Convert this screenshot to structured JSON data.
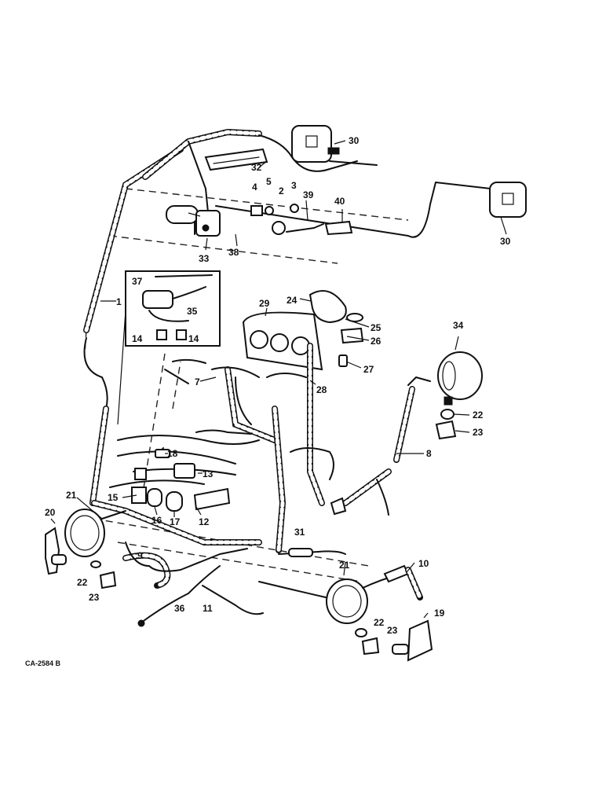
{
  "figure_code": "CA-2584 B",
  "callouts": [
    {
      "id": "c1",
      "label": "1"
    },
    {
      "id": "c2",
      "label": "2"
    },
    {
      "id": "c3",
      "label": "3"
    },
    {
      "id": "c4",
      "label": "4"
    },
    {
      "id": "c5",
      "label": "5"
    },
    {
      "id": "c7",
      "label": "7"
    },
    {
      "id": "c8",
      "label": "8"
    },
    {
      "id": "c9",
      "label": "9"
    },
    {
      "id": "c10",
      "label": "10"
    },
    {
      "id": "c11",
      "label": "11"
    },
    {
      "id": "c12",
      "label": "12"
    },
    {
      "id": "c13",
      "label": "13"
    },
    {
      "id": "c14a",
      "label": "14"
    },
    {
      "id": "c14b",
      "label": "14"
    },
    {
      "id": "c15",
      "label": "15"
    },
    {
      "id": "c16",
      "label": "16"
    },
    {
      "id": "c17",
      "label": "17"
    },
    {
      "id": "c18",
      "label": "18"
    },
    {
      "id": "c19",
      "label": "19"
    },
    {
      "id": "c20",
      "label": "20"
    },
    {
      "id": "c21a",
      "label": "21"
    },
    {
      "id": "c21b",
      "label": "21"
    },
    {
      "id": "c22a",
      "label": "22"
    },
    {
      "id": "c22b",
      "label": "22"
    },
    {
      "id": "c22c",
      "label": "22"
    },
    {
      "id": "c23a",
      "label": "23"
    },
    {
      "id": "c23b",
      "label": "23"
    },
    {
      "id": "c23c",
      "label": "23"
    },
    {
      "id": "c24",
      "label": "24"
    },
    {
      "id": "c25",
      "label": "25"
    },
    {
      "id": "c26",
      "label": "26"
    },
    {
      "id": "c27",
      "label": "27"
    },
    {
      "id": "c28",
      "label": "28"
    },
    {
      "id": "c29",
      "label": "29"
    },
    {
      "id": "c30a",
      "label": "30"
    },
    {
      "id": "c30b",
      "label": "30"
    },
    {
      "id": "c31",
      "label": "31"
    },
    {
      "id": "c32",
      "label": "32"
    },
    {
      "id": "c33",
      "label": "33"
    },
    {
      "id": "c34",
      "label": "34"
    },
    {
      "id": "c35",
      "label": "35"
    },
    {
      "id": "c36",
      "label": "36"
    },
    {
      "id": "c37",
      "label": "37"
    },
    {
      "id": "c38",
      "label": "38"
    },
    {
      "id": "c39",
      "label": "39"
    },
    {
      "id": "c40",
      "label": "40"
    }
  ]
}
